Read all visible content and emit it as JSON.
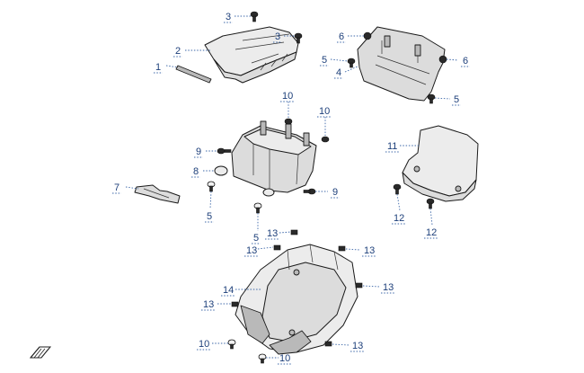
{
  "diagram": {
    "callouts": [
      {
        "id": "c1",
        "label": "1"
      },
      {
        "id": "c2",
        "label": "2"
      },
      {
        "id": "c3a",
        "label": "3"
      },
      {
        "id": "c3b",
        "label": "3"
      },
      {
        "id": "c4",
        "label": "4"
      },
      {
        "id": "c5a",
        "label": "5"
      },
      {
        "id": "c5b",
        "label": "5"
      },
      {
        "id": "c5c",
        "label": "5"
      },
      {
        "id": "c5d",
        "label": "5"
      },
      {
        "id": "c6a",
        "label": "6"
      },
      {
        "id": "c6b",
        "label": "6"
      },
      {
        "id": "c7",
        "label": "7"
      },
      {
        "id": "c8",
        "label": "8"
      },
      {
        "id": "c9a",
        "label": "9"
      },
      {
        "id": "c9b",
        "label": "9"
      },
      {
        "id": "c10a",
        "label": "10"
      },
      {
        "id": "c10b",
        "label": "10"
      },
      {
        "id": "c10c",
        "label": "10"
      },
      {
        "id": "c10d",
        "label": "10"
      },
      {
        "id": "c11",
        "label": "11"
      },
      {
        "id": "c12a",
        "label": "12"
      },
      {
        "id": "c12b",
        "label": "12"
      },
      {
        "id": "c13a",
        "label": "13"
      },
      {
        "id": "c13b",
        "label": "13"
      },
      {
        "id": "c13c",
        "label": "13"
      },
      {
        "id": "c13d",
        "label": "13"
      },
      {
        "id": "c13e",
        "label": "13"
      },
      {
        "id": "c13f",
        "label": "13"
      },
      {
        "id": "c14",
        "label": "14"
      }
    ],
    "colors": {
      "callout_text": "#1d3f7a",
      "leader_line": "#3c67a8",
      "part_fill": "#dcdcdc",
      "outline": "#1a1a1a"
    },
    "icons": [
      "view-direction-icon"
    ]
  }
}
